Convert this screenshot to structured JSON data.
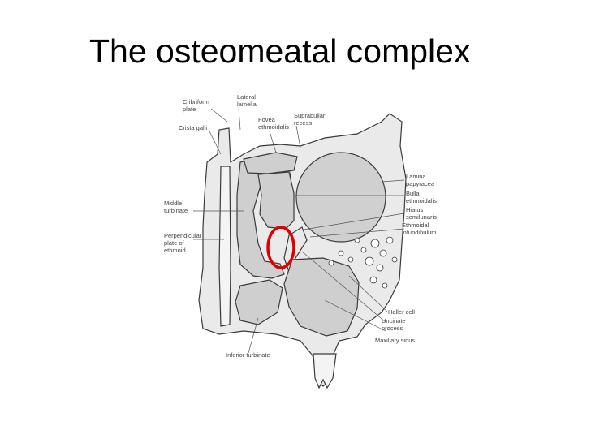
{
  "slide": {
    "title": "The osteomeatal complex"
  },
  "diagram": {
    "labels": {
      "cribriform_1": "Cribriform",
      "cribriform_2": "plate",
      "lateral_1": "Lateral",
      "lateral_2": "lamella",
      "fovea_1": "Fovea",
      "fovea_2": "ethmoidalis",
      "suprabullar_1": "Suprabullar",
      "suprabullar_2": "recess",
      "crista": "Crista galli",
      "lamina_1": "Lamina",
      "lamina_2": "papyracea",
      "bulla_1": "Bulla",
      "bulla_2": "ethmoidalis",
      "hiatus_1": "Hiatus",
      "hiatus_2": "semilunaris",
      "ethmoidal_1": "Ethmoidal",
      "ethmoidal_2": "infundibulum",
      "middle_1": "Middle",
      "middle_2": "turbinate",
      "perp_1": "Perpendicular",
      "perp_2": "plate of",
      "perp_3": "ethmoid",
      "haller": "Haller cell",
      "uncinate_1": "Uncinate",
      "uncinate_2": "process",
      "maxillary": "Maxillary sinus",
      "inferior": "Inferior turbinate"
    },
    "colors": {
      "tissue": "#d4d4d4",
      "outline": "#3a3a3a",
      "highlight": "#e00000"
    }
  }
}
